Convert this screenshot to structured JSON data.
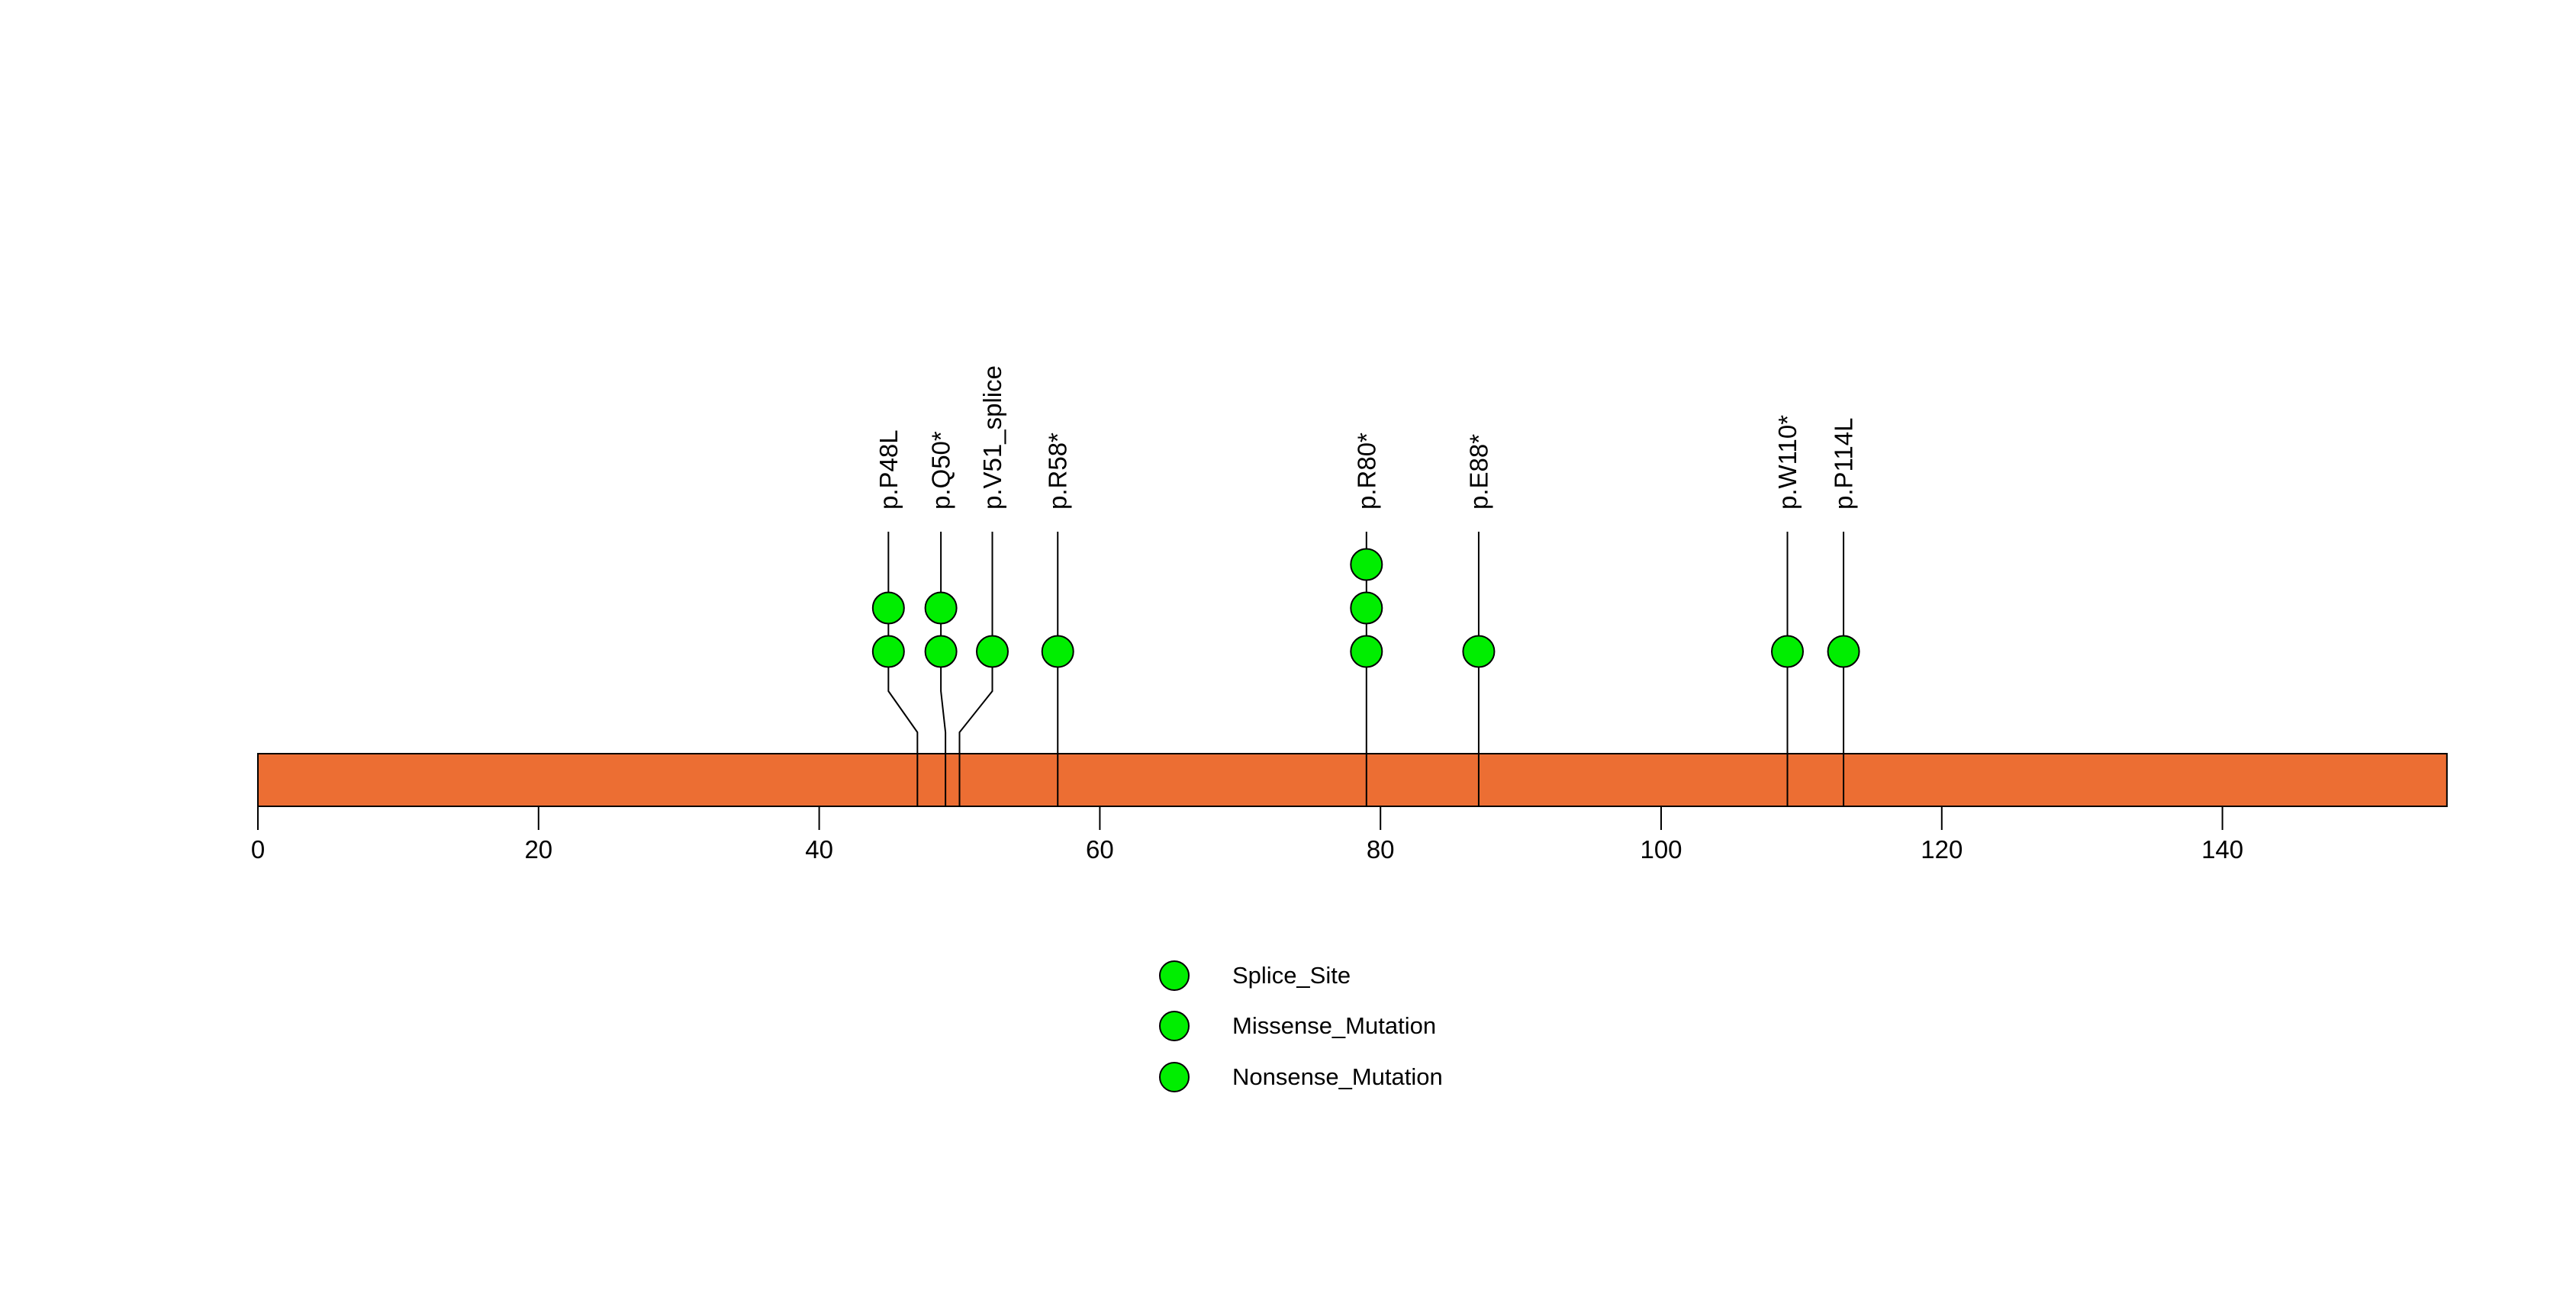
{
  "figure": {
    "background": "#FFFFFF"
  },
  "chart_data": {
    "type": "lollipop",
    "title": "",
    "xlabel": "",
    "ylabel": "",
    "grid": false,
    "xlim": [
      0,
      156
    ],
    "x_ticks": [
      0,
      20,
      40,
      60,
      80,
      100,
      120,
      140
    ],
    "protein_bar": {
      "start": 0,
      "end": 156,
      "color": "#EC6E33",
      "border_color": "#000000"
    },
    "point_color": "#00EE00",
    "point_border_color": "#000000",
    "stem_color": "#000000",
    "mutations": [
      {
        "label": "p.P48L",
        "position": 48,
        "count": 2
      },
      {
        "label": "p.Q50*",
        "position": 50,
        "count": 2
      },
      {
        "label": "p.V51_splice",
        "position": 51,
        "count": 1
      },
      {
        "label": "p.R58*",
        "position": 58,
        "count": 1
      },
      {
        "label": "p.R80*",
        "position": 80,
        "count": 3
      },
      {
        "label": "p.E88*",
        "position": 88,
        "count": 1
      },
      {
        "label": "p.W110*",
        "position": 110,
        "count": 1
      },
      {
        "label": "p.P114L",
        "position": 114,
        "count": 1
      }
    ],
    "legend": {
      "position": "bottom-center",
      "entries": [
        {
          "label": "Splice_Site",
          "color": "#00EE00"
        },
        {
          "label": "Missense_Mutation",
          "color": "#00EE00"
        },
        {
          "label": "Nonsense_Mutation",
          "color": "#00EE00"
        }
      ]
    }
  }
}
